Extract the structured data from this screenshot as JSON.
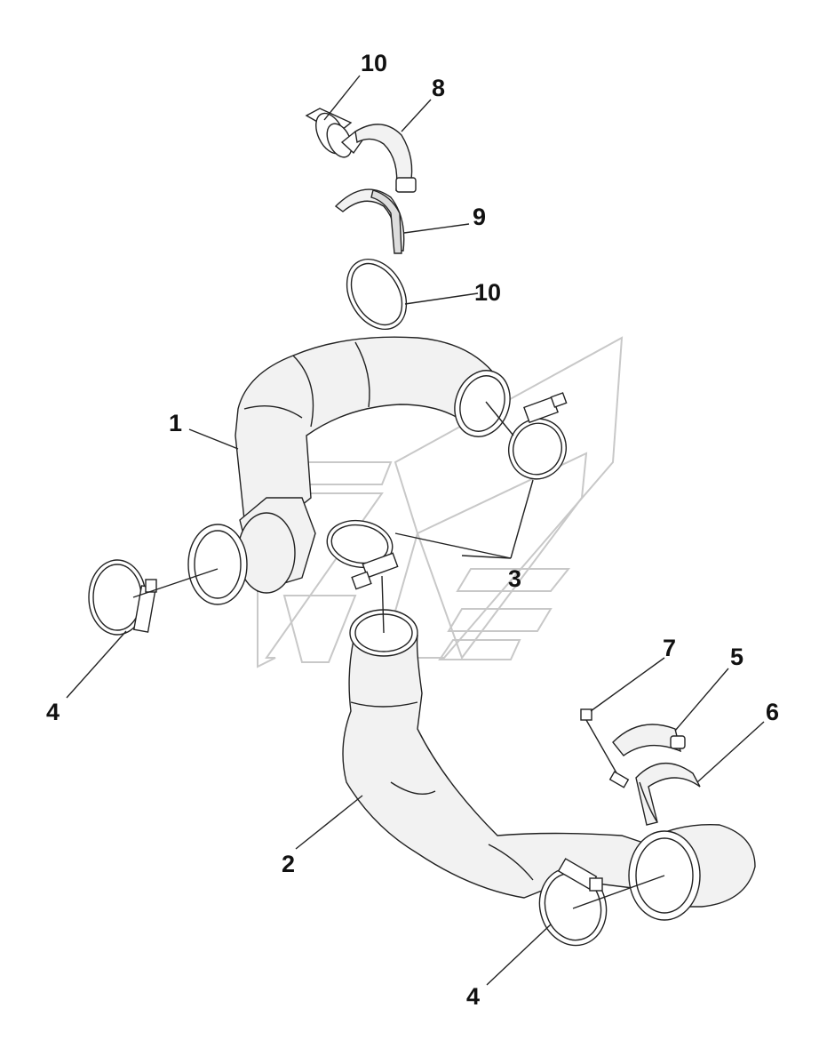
{
  "diagram": {
    "callouts": [
      {
        "id": "c10a",
        "label": "10"
      },
      {
        "id": "c8",
        "label": "8"
      },
      {
        "id": "c9",
        "label": "9"
      },
      {
        "id": "c10b",
        "label": "10"
      },
      {
        "id": "c1",
        "label": "1"
      },
      {
        "id": "c3",
        "label": "3"
      },
      {
        "id": "c4a",
        "label": "4"
      },
      {
        "id": "c7",
        "label": "7"
      },
      {
        "id": "c5",
        "label": "5"
      },
      {
        "id": "c6",
        "label": "6"
      },
      {
        "id": "c2",
        "label": "2"
      },
      {
        "id": "c4b",
        "label": "4"
      }
    ]
  }
}
